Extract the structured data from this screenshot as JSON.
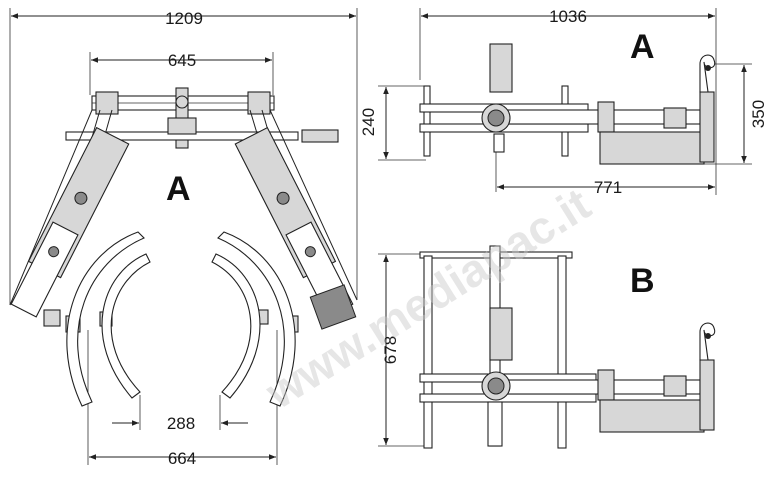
{
  "dimensions": {
    "top_total_width": "1209",
    "top_inner_width": "645",
    "bottom_inner_width": "288",
    "bottom_outer_width": "664",
    "side_a_total_length": "1036",
    "side_a_height_left": "240",
    "side_a_height_right": "350",
    "side_a_reach": "771",
    "side_b_height": "678"
  },
  "labels": {
    "view_left": "A",
    "view_right_top": "A",
    "view_right_bottom": "B"
  },
  "watermark": "www.mediapac.it"
}
